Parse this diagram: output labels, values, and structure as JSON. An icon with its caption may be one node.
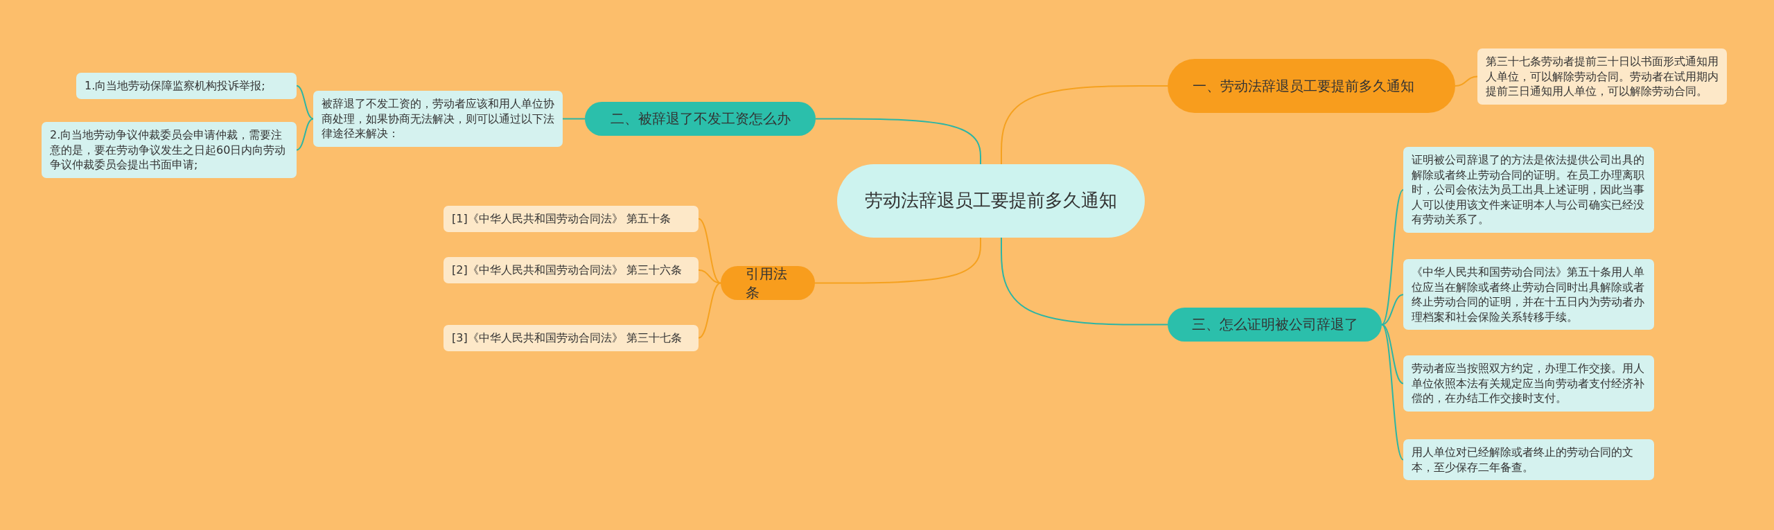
{
  "diagram": {
    "nodes": [
      {
        "text": [
          "劳动法辞退员工要提前多久通知"
        ]
      },
      {
        "text": [
          "一、劳动法辞退员工要提前多久通知"
        ]
      },
      {
        "text": [
          "第三十七条劳动者提前三十日以书面形式通知用人单位，可以解除劳动合同。劳动者在试用期内提前三日通知用人单位，可以解除劳动合同。"
        ]
      },
      {
        "text": [
          "二、被辞退了不发工资怎么办"
        ]
      },
      {
        "text": [
          "被辞退了不发工资的，劳动者应该和用人单位协商处理，如果协商无法解决，则可以通过以下法律途径来解决："
        ]
      },
      {
        "text": [
          "1.向当地劳动保障监察机构投诉举报;"
        ]
      },
      {
        "text": [
          "2.向当地劳动争议仲裁委员会申请仲裁，需要注意的是，要在劳动争议发生之日起60日内向劳动争议仲裁委员会提出书面申请;"
        ]
      },
      {
        "text": [
          "引用法条"
        ]
      },
      {
        "text": [
          "[1]《中华人民共和国劳动合同法》 第五十条"
        ]
      },
      {
        "text": [
          "[2]《中华人民共和国劳动合同法》 第三十六条"
        ]
      },
      {
        "text": [
          "[3]《中华人民共和国劳动合同法》 第三十七条"
        ]
      },
      {
        "text": [
          "三、怎么证明被公司辞退了"
        ]
      },
      {
        "text": [
          "证明被公司辞退了的方法是依法提供公司出具的解除或者终止劳动合同的证明。在员工办理离职时，公司会依法为员工出具上述证明，因此当事人可以使用该文件来证明本人与公司确实已经没有劳动关系了。"
        ]
      },
      {
        "text": [
          "《中华人民共和国劳动合同法》第五十条用人单位应当在解除或者终止劳动合同时出具解除或者终止劳动合同的证明，并在十五日内为劳动者办理档案和社会保险关系转移手续。"
        ]
      },
      {
        "text": [
          "劳动者应当按照双方约定，办理工作交接。用人单位依照本法有关规定应当向劳动者支付经济补偿的，在办结工作交接时支付。"
        ]
      },
      {
        "text": [
          "用人单位对已经解除或者终止的劳动合同的文本，至少保存二年备查。"
        ]
      }
    ],
    "edges": [
      {
        "from": 0,
        "to": 1,
        "arrow": "none",
        "color": "#f5a11f"
      },
      {
        "from": 1,
        "to": 2,
        "arrow": "none",
        "color": "#f5a11f"
      },
      {
        "from": 0,
        "to": 3,
        "arrow": "none"
      },
      {
        "from": 3,
        "to": 4,
        "arrow": "none"
      },
      {
        "from": 4,
        "to": 5,
        "arrow": "none"
      },
      {
        "from": 4,
        "to": 6,
        "arrow": "none"
      },
      {
        "from": 0,
        "to": 7,
        "arrow": "none",
        "color": "#f5a11f"
      },
      {
        "from": 7,
        "to": 8,
        "arrow": "none",
        "color": "#f5a11f"
      },
      {
        "from": 7,
        "to": 9,
        "arrow": "none",
        "color": "#f5a11f"
      },
      {
        "from": 7,
        "to": 10,
        "arrow": "none",
        "color": "#f5a11f"
      },
      {
        "from": 0,
        "to": 11,
        "arrow": "none"
      },
      {
        "from": 11,
        "to": 12,
        "arrow": "none"
      },
      {
        "from": 11,
        "to": 13,
        "arrow": "none"
      },
      {
        "from": 11,
        "to": 14,
        "arrow": "none"
      },
      {
        "from": 11,
        "to": 15,
        "arrow": "none"
      }
    ]
  }
}
